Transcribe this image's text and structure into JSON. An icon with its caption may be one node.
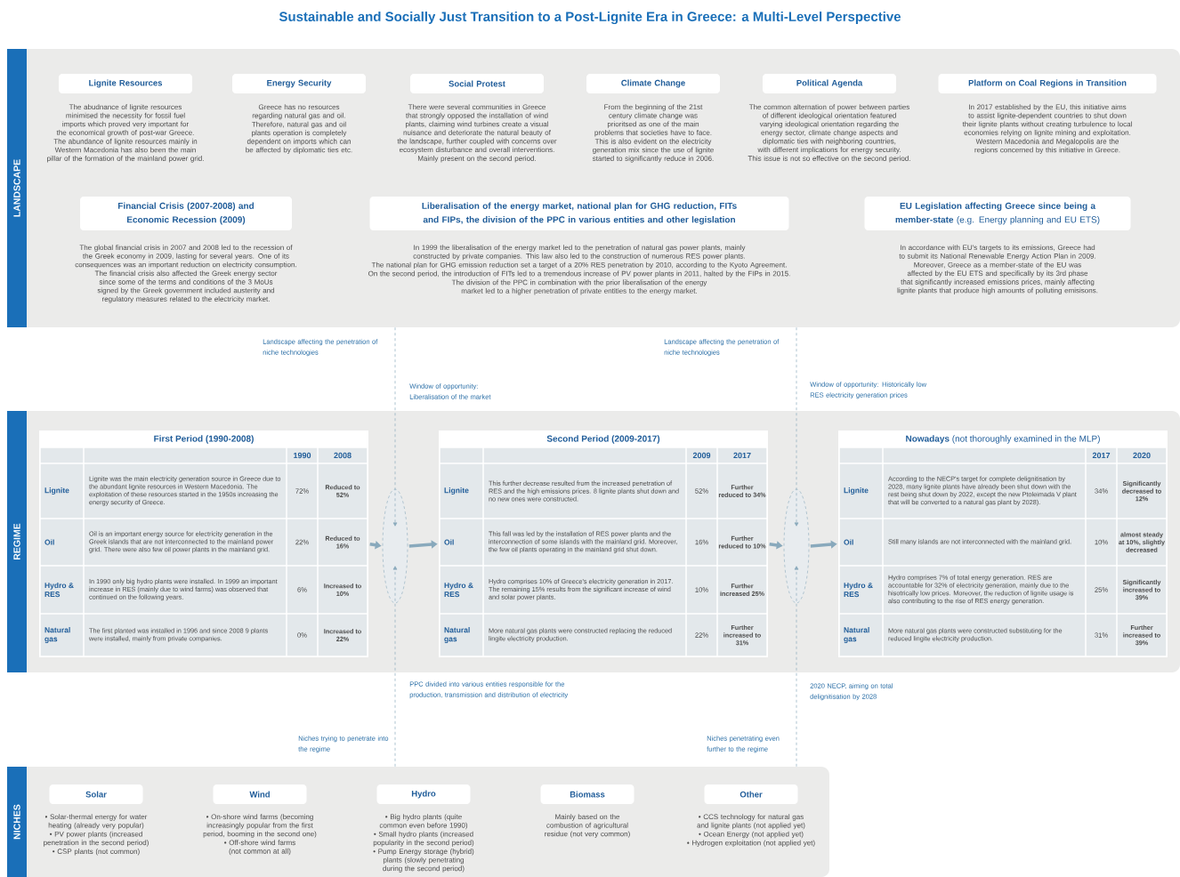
{
  "diagram": {
    "title": "Sustainable and Socially Just Transition to a Post-Lignite Era in Greece: a Multi-Level Perspective",
    "nodes": [
      {
        "text": [
          "LANDSCAPE"
        ]
      },
      {
        "text": [
          "Lignite Resources",
          "The abudnance of lignite resources minimised the necessity for fossil fuel imports which proved very important for the economical growth of post-war Greece.",
          "The abundance of lignite resources mainly in Western Macedonia has also been the main pillar of the formation of the mainland power grid."
        ],
        "in": 0
      },
      {
        "text": [
          "Energy Security",
          "Greece has no resources regarding natural gas and oil.",
          "Therefore, natural gas and oil plants operation is completely dependent on imports which can be affected by diplomatic ties etc."
        ],
        "in": 0
      },
      {
        "text": [
          "Social Protest",
          "There were several communities in Greece that strongly opposed the installation of wind plants, claiming wind turbines create a visual nuisance and deteriorate the natural beauty of the landscape, further coupled with concerns over ecosystem disturbance and overall interventions.",
          "Mainly present on the second period."
        ],
        "in": 0
      },
      {
        "text": [
          "Climate Change",
          "From the beginning of the 21st century climate change was prioritsed as one of the main problems that societies have to face.",
          "This is also evident on the electricity generation mix since the use of lignite started to significantly reduce in 2006."
        ],
        "in": 0
      },
      {
        "text": [
          "Political Agenda",
          "The common alternation of power between parties of different ideological orientation featured varying ideological orientation regarding the energy sector, climate change aspects and diplomatic ties with neighboring countries, with different implications for energy security.",
          "This issue is not so effective on the second period."
        ],
        "in": 0
      },
      {
        "text": [
          "Platform on Coal Regions in Transition",
          "In 2017 established by the EU, this initiative aims to assist lignite-dependent countries to shut down their lignite plants without creating turbulence to local economies relying on lignite mining and exploitation.",
          "Western Macedonia and Megalopolis are the regions concerned by this initiative in Greece."
        ],
        "in": 0
      },
      {
        "text": [
          "Financial Crisis (2007-2008) and Economic Recession (2009)",
          "The global financial crisis in 2007 and 2008 led to the recession of the Greek economy in 2009, lasting for several years. One of its consequences was an important reduction on electricity consumption.",
          "The financial crisis also affected the Greek energy sector since some of the terms and conditions of the 3 MoUs signed by the Greek government included austerity and regulatory measures related to the electricity market."
        ],
        "in": 0
      },
      {
        "text": [
          "Liberalisation of the energy market, national plan for GHG reduction, FITs and FIPs, the division of the PPC in various entities and other legislation",
          "In 1999 the liberalisation of the energy market led to the penetration of natural gas power plants, mainly constructed by private companies. This law also led to the construction of numerous RES power plants.",
          "The national plan for GHG emission reduction set a target of a 20% RES penetration by 2010, according to the Kyoto Agreement.",
          "On the second period, the introduction of FITs led to a tremendous increase of PV power plants in 2011, halted by the FIPs in 2015.",
          "The division of the PPC in combination with the prior liberalisation of the energy market led to a higher penetration of private entities to the energy market."
        ],
        "in": 0
      },
      {
        "text": [
          "**EU Legislation affecting Greece since being a member-state** (e.g. Energy planning and EU ETS)",
          "In accordance with EU's targets to its emissions, Greece had to submit its National Renewable Energy Action Plan in 2009.",
          "Moreover, Greece as a member-state of the EU was affected by the EU ETS and specifically by its 3rd phase that significantly increased emissions prices, mainly affecting lignite plants that produce high amounts of polluting emisisons."
        ],
        "in": 0
      },
      {
        "text": [
          "REGIME"
        ]
      },
      {
        "text": [
          "First Period (1990-2008)",
          "1990",
          "2008",
          "Lignite",
          "Lignite was the main electricity generation source in Greece due to the abundant lignite resources in Western Macedonia. The exploitation of these resources started in the 1950s increasing the energy security of Greece.",
          "72%",
          "Reduced to 52%",
          "Oil",
          "Oil is an important energy source for electricity generation in the Greek islands that are not interconnected to the mainland power grid. There were also few oil power plants in the mainland grid.",
          "22%",
          "Reduced to 16%",
          "Hydro & RES",
          "In 1990 only big hydro plants were installed. In 1999 an important increase in RES (mainly due to wind farms) was observed that continued on the following years.",
          "6%",
          "Increased to 10%",
          "Natural gas",
          "The first planted was installed in 1996 and since 2008 9 plants were installed, mainly from private companies.",
          "0%",
          "Increased to 22%"
        ],
        "in": 10
      },
      {
        "text": [],
        "shape": "ellipse",
        "in": 10
      },
      {
        "text": [
          "Second Period (2009-2017)",
          "2009",
          "2017",
          "Lignite",
          "This further decrease resulted from the increased penetration of RES and the high emissions prices. 8 lignite plants shut down and no new ones were constructed.",
          "52%",
          "Further reduced to 34%",
          "Oil",
          "This fall was led by the installation of RES power plants and the interconnection of some islands with the mainland grid. Moreover, the few oil plants operating in the mainland grid shut down.",
          "16%",
          "Further reduced to 10%",
          "Hydro & RES",
          "Hydro comprises 10% of Greece's electricity generation in 2017. The remaining 15% results from the significant increase of wind and solar power plants.",
          "10%",
          "Further increased 25%",
          "Natural gas",
          "More natural gas plants were constructed replacing the reduced lingite electricity production.",
          "22%",
          "Further increased to 31%"
        ],
        "in": 10
      },
      {
        "text": [],
        "shape": "ellipse",
        "in": 10
      },
      {
        "text": [
          "**Nowadays** (not thoroughly examined in the MLP)",
          "2017",
          "2020",
          "Lignite",
          "According to the NECP's target for complete delignitisation by 2028, many lignite plants have already been shut down with the rest being shut down by 2022, except the new Ptoleimada V plant that will be converted to a natural gas plant by 2028).",
          "34%",
          "Significantly decreased to 12%",
          "Oil",
          "Still many islands are not interconnected with the mainland grid.",
          "10%",
          "almost steady at 10%, slightly decreased",
          "Hydro & RES",
          "Hydro comprises 7% of total energy generation. RES are accountable for 32% of electricity generation, mainly due to the hisotrically low prices. Moreover, the reduction of lignite usage is also contributing to the rise of RES energy generation.",
          "25%",
          "Significantly increased to 39%",
          "Natural gas",
          "More natural gas plants were constructed substituting for the reduced lingite electricity production.",
          "31%",
          "Further increased to 39%"
        ],
        "in": 10
      },
      {
        "text": [
          "NICHES"
        ]
      },
      {
        "text": [
          "Solar",
          "• Solar-thermal energy for water heating (already very popular)",
          "• PV power plants (increased penetration in the second period)",
          "• CSP plants (not common)"
        ],
        "in": 16
      },
      {
        "text": [
          "Wind",
          "• On-shore wind farms (becoming increasingly popular from the first period, booming in the second one)",
          "• Off-shore wind farms (not common at all)"
        ],
        "in": 16
      },
      {
        "text": [
          "Hydro",
          "• Big hydro plants (quite common even before 1990)",
          "• Small hydro plants (increased popularity in the second period)",
          "• Pump Energy storage (hybrid) plants (slowly penetrating during the second period)"
        ],
        "in": 16
      },
      {
        "text": [
          "Biomass",
          "Mainly based on the combustion of agricultural residue (not very common)"
        ],
        "in": 16
      },
      {
        "text": [
          "Other",
          "• CCS technology for natural gas and lignite plants (not applied yet)",
          "• Ocean Energy (not applied yet)",
          "• Hydrogen exploitation (not applied yet)"
        ],
        "in": 16
      }
    ],
    "edges": [
      {
        "from": 11,
        "to": 12,
        "arrow": "to",
        "style": "thick"
      },
      {
        "from": 12,
        "to": 13,
        "arrow": "to",
        "style": "thick"
      },
      {
        "from": 13,
        "to": 14,
        "arrow": "to",
        "style": "thick"
      },
      {
        "from": 14,
        "to": 15,
        "arrow": "to",
        "style": "thick"
      },
      {
        "from": 0,
        "to": 12,
        "arrow": "to",
        "style": "dashed"
      },
      {
        "from": 16,
        "to": 12,
        "arrow": "to",
        "style": "dashed"
      },
      {
        "from": 0,
        "to": 14,
        "arrow": "to",
        "style": "dashed"
      },
      {
        "from": 16,
        "to": 14,
        "arrow": "to",
        "style": "dashed"
      }
    ],
    "labels": [
      "Landscape affecting the penetration of niche technologies",
      "Landscape affecting the penetration of niche technologies",
      "Window of opportunity: Liberalisation of the market",
      "Window of opportunity: Historically low RES electricity generation prices",
      "PPC divided into various entities responsible for the production, transmission and distribution of electricity",
      "2020 NECP, aiming on total delignitisation by 2028",
      "Niches trying to penetrate into the regime",
      "Niches penetrating even further to the regime"
    ]
  }
}
